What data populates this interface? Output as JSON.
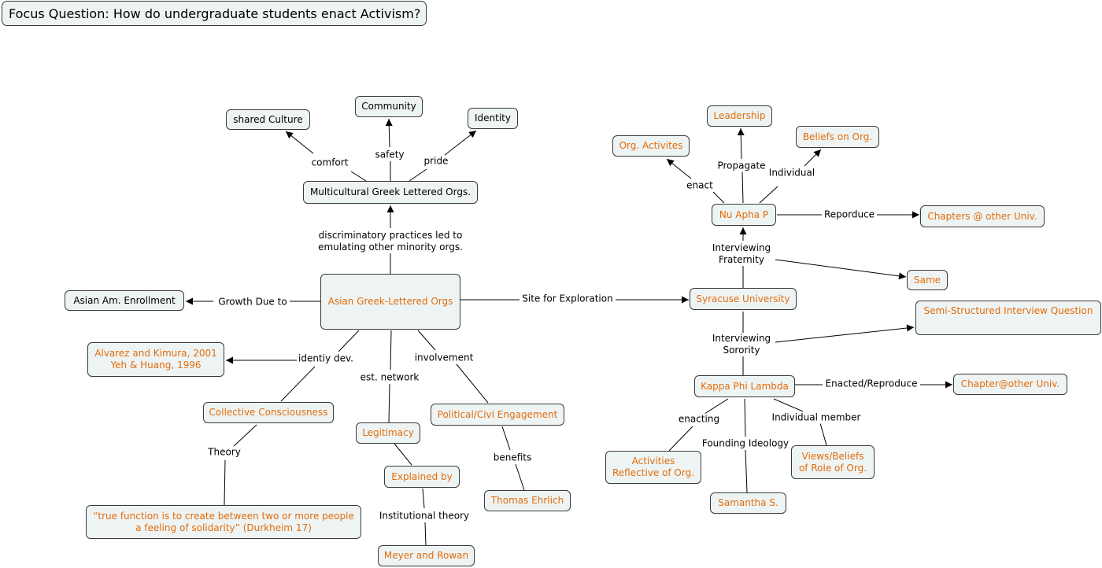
{
  "focus_question": "Focus Question: How do undergraduate students enact Activism?",
  "nodes": {
    "asian_glo": "Asian Greek-Lettered Orgs",
    "mglo": "Multicultural Greek Lettered Orgs.",
    "shared_culture": "shared Culture",
    "community": "Community",
    "identity": "Identity",
    "asian_enrollment": "Asian Am. Enrollment",
    "alvarez": "Alvarez and Kimura, 2001\nYeh & Huang, 1996",
    "collective": "Collective Consciousness",
    "durkheim": "“true function is to create between two or more people\na feeling of solidarity” (Durkheim 17)",
    "legitimacy": "Legitimacy",
    "explained_by": "Explained by",
    "meyer": "Meyer and Rowan",
    "political": "Political/Civi Engagement",
    "ehrlich": "Thomas Ehrlich",
    "syracuse": "Syracuse University",
    "nu_apha": "Nu Apha P",
    "leadership": "Leadership",
    "org_activites": "Org. Activites",
    "beliefs": "Beliefs on Org.",
    "chapters_other": "Chapters @ other Univ.",
    "same": "Same",
    "semi_structured": "Semi-Structured Interview Question",
    "kappa": "Kappa Phi Lambda",
    "chapter_other": "Chapter@other Univ.",
    "activities": "Activities\nReflective of Org.",
    "samantha": "Samantha S.",
    "views": "Views/Beliefs\nof Role of Org."
  },
  "links": {
    "discriminatory": "discriminatory practices led to\nemulating other minority orgs.",
    "comfort": "comfort",
    "safety": "safety",
    "pride": "pride",
    "growth": "Growth Due to",
    "identiy_dev": "identiy dev.",
    "theory": "Theory",
    "est_network": "est. network",
    "institutional": "Institutional theory",
    "involvement": "involvement",
    "benefits": "benefits",
    "site": "Site for Exploration",
    "int_fraternity": "Interviewing\nFraternity",
    "int_sorority": "Interviewing\nSorority",
    "enact": "enact",
    "propagate": "Propagate",
    "individual": "Individual",
    "reporduce": "Reporduce",
    "enacted_reproduce": "Enacted/Reproduce",
    "enacting": "enacting",
    "founding": "Founding Ideology",
    "individual_member": "Individual member"
  },
  "colors": {
    "node_fill": "#eef4f4",
    "node_border": "#3a3a3a",
    "orange_text": "#e36c0a",
    "line": "#000000"
  }
}
